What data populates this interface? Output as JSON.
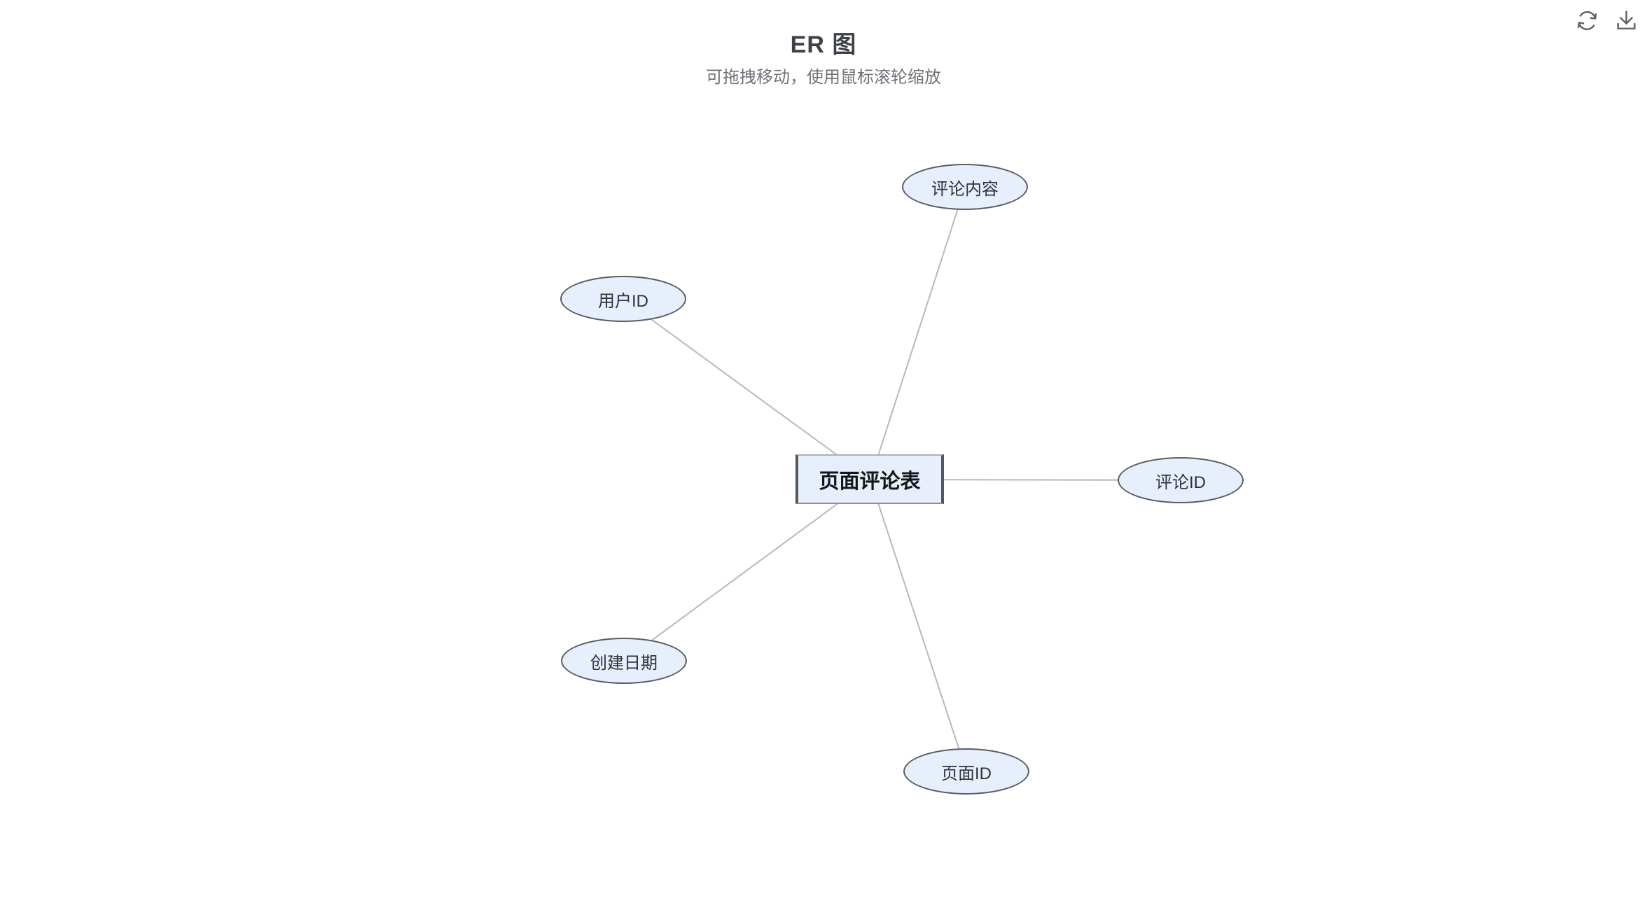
{
  "header": {
    "title": "ER 图",
    "subtitle": "可拖拽移动，使用鼠标滚轮缩放"
  },
  "toolbar": {
    "refresh_icon": "refresh-icon",
    "download_icon": "download-icon",
    "icon_color": "#5f6266"
  },
  "diagram": {
    "type": "entity-relationship",
    "entity": {
      "label": "页面评论表"
    },
    "attributes": [
      {
        "label": "评论内容",
        "position": "top"
      },
      {
        "label": "用户ID",
        "position": "upper-left"
      },
      {
        "label": "评论ID",
        "position": "right"
      },
      {
        "label": "创建日期",
        "position": "lower-left"
      },
      {
        "label": "页面ID",
        "position": "bottom"
      }
    ],
    "colors": {
      "node_fill": "#e6effb",
      "node_border": "#595d63",
      "entity_side_border": "#54575b",
      "edge": "#b6b9bd"
    }
  }
}
